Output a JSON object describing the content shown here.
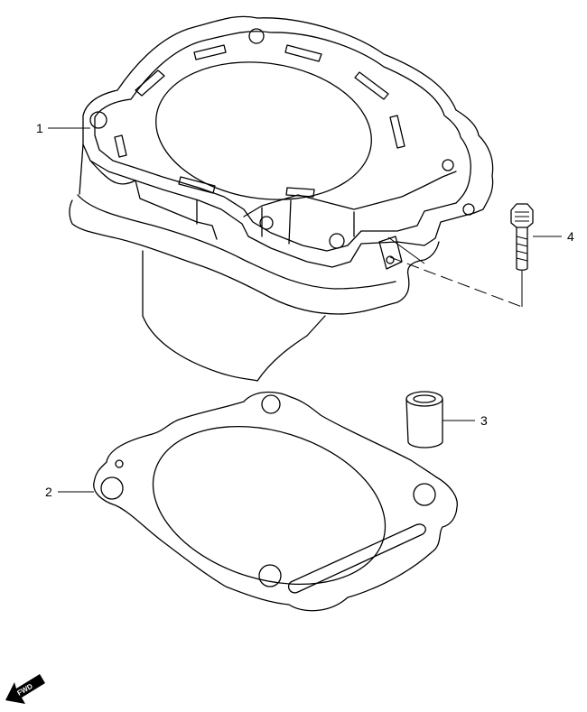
{
  "diagram": {
    "callouts": [
      {
        "id": "1",
        "label": "1",
        "part": "cylinder"
      },
      {
        "id": "2",
        "label": "2",
        "part": "cylinder-base-gasket"
      },
      {
        "id": "3",
        "label": "3",
        "part": "dowel-pin"
      },
      {
        "id": "4",
        "label": "4",
        "part": "bolt"
      }
    ],
    "fwd_label": "FWD"
  }
}
